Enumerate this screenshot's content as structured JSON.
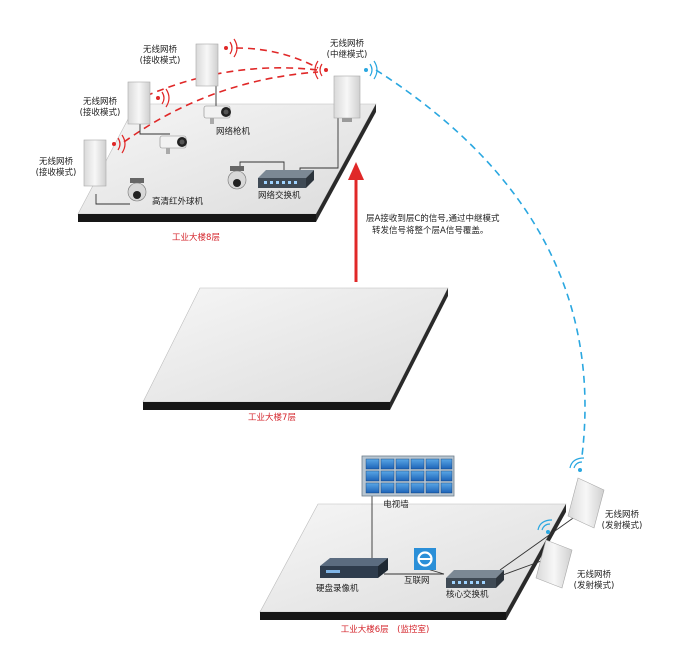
{
  "colors": {
    "link_red": "#e02828",
    "link_blue": "#2aa7e0",
    "floor_label": "#d4232a",
    "floor_top": "#ececec",
    "floor_side": "#1a1a1a"
  },
  "floors": {
    "f8": {
      "label": "工业大楼8层"
    },
    "f7": {
      "label": "工业大楼7层"
    },
    "f6": {
      "label": "工业大楼6层　(监控室)"
    }
  },
  "bridges": {
    "relay": {
      "line1": "无线网桥",
      "line2": "(中继模式)"
    },
    "rx_top": {
      "line1": "无线网桥",
      "line2": "(接收模式)"
    },
    "rx_mid": {
      "line1": "无线网桥",
      "line2": "(接收模式)"
    },
    "rx_low": {
      "line1": "无线网桥",
      "line2": "(接收模式)"
    },
    "tx_top": {
      "line1": "无线网桥",
      "line2": "(发射模式)"
    },
    "tx_low": {
      "line1": "无线网桥",
      "line2": "(发射模式)"
    }
  },
  "devices": {
    "bullet_camera": "网络枪机",
    "dome_camera": "高清红外球机",
    "switch_8f": "网络交换机",
    "video_wall": "电视墙",
    "nvr": "硬盘录像机",
    "internet": "互联网",
    "core_switch": "核心交换机"
  },
  "note": {
    "line1": "层A接收到层C的信号,通过中继模式",
    "line2": "转发信号将整个层A信号覆盖。"
  }
}
